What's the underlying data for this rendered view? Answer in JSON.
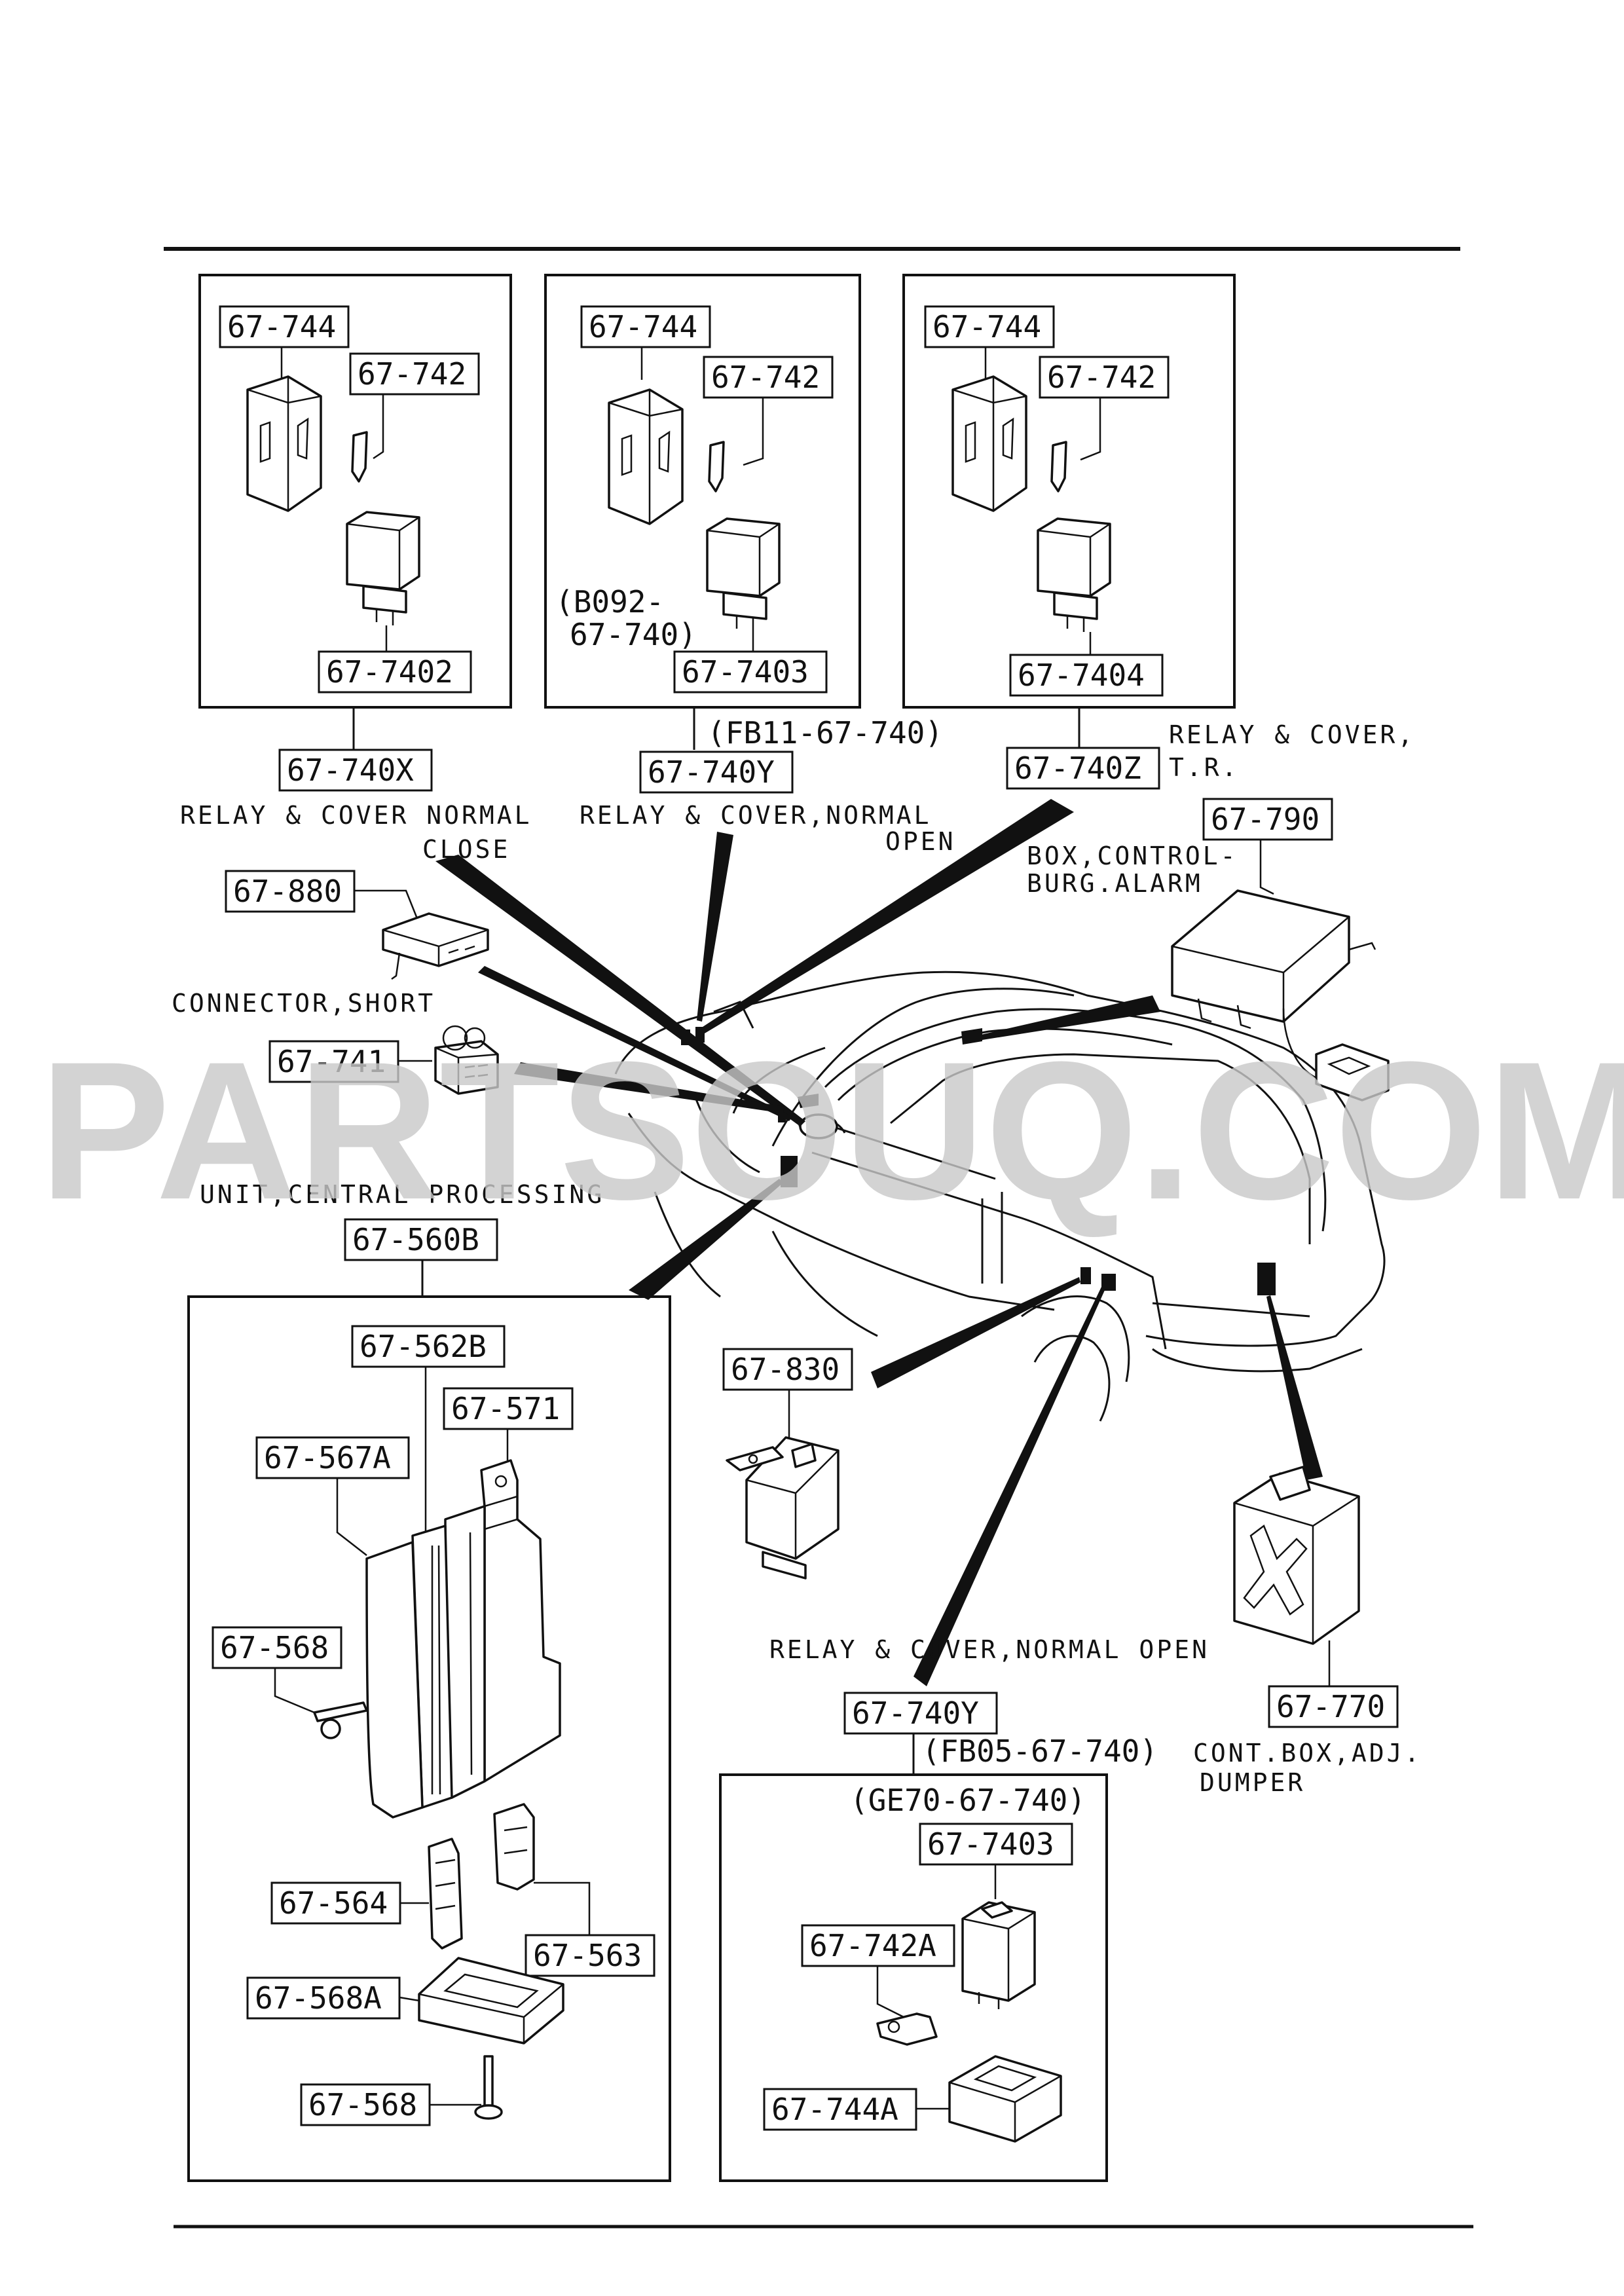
{
  "watermark": "PARTSOUQ.COM",
  "top_panels": [
    {
      "parts": [
        "67-744",
        "67-742",
        "67-7402"
      ],
      "assembly": "67-740X",
      "caption_lines": [
        "RELAY & COVER NORMAL",
        "CLOSE"
      ]
    },
    {
      "parts": [
        "67-744",
        "67-742",
        "67-7403"
      ],
      "note_lines": [
        "(B092-",
        "67-740)"
      ],
      "assembly_note": "(FB11-67-740)",
      "assembly": "67-740Y",
      "caption_lines": [
        "RELAY & COVER,NORMAL",
        "OPEN"
      ]
    },
    {
      "parts": [
        "67-744",
        "67-742",
        "67-7404"
      ],
      "assembly": "67-740Z",
      "caption_lines": [
        "RELAY & COVER,",
        "T.R."
      ]
    }
  ],
  "callouts": {
    "short_connector": {
      "part": "67-880",
      "caption": "CONNECTOR,SHORT"
    },
    "connector": {
      "part": "67-741"
    },
    "control_box": {
      "part": "67-790",
      "caption_lines": [
        "BOX,CONTROL-",
        "BURG.ALARM"
      ]
    },
    "relay": {
      "part": "67-830"
    },
    "damper_box": {
      "part": "67-770",
      "caption_lines": [
        "CONT.BOX,ADJ.",
        "DUMPER"
      ]
    }
  },
  "cpu_unit": {
    "caption": "UNIT,CENTRAL PROCESSING",
    "assembly": "67-560B",
    "parts": [
      "67-562B",
      "67-571",
      "67-567A",
      "67-568",
      "67-564",
      "67-563",
      "67-568A",
      "67-568"
    ]
  },
  "bottom_relay": {
    "caption": "RELAY & COVER,NORMAL OPEN",
    "assembly": "67-740Y",
    "notes": [
      "(FB05-67-740)",
      "(GE70-67-740)"
    ],
    "parts": [
      "67-7403",
      "67-742A",
      "67-744A"
    ]
  }
}
